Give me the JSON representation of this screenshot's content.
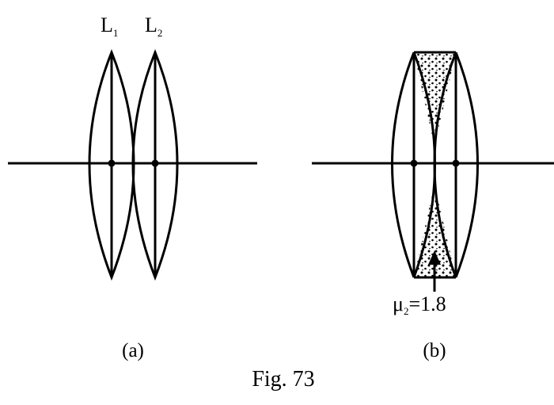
{
  "figure": {
    "caption": "Fig. 73",
    "panels": [
      {
        "id": "a",
        "label": "(a)",
        "lenses": [
          {
            "name": "L",
            "subscript": "1"
          },
          {
            "name": "L",
            "subscript": "2"
          }
        ]
      },
      {
        "id": "b",
        "label": "(b)",
        "medium": {
          "symbol": "μ",
          "subscript": "2",
          "value": "=1.8"
        }
      }
    ]
  },
  "colors": {
    "ink": "#000000",
    "background": "#ffffff"
  }
}
